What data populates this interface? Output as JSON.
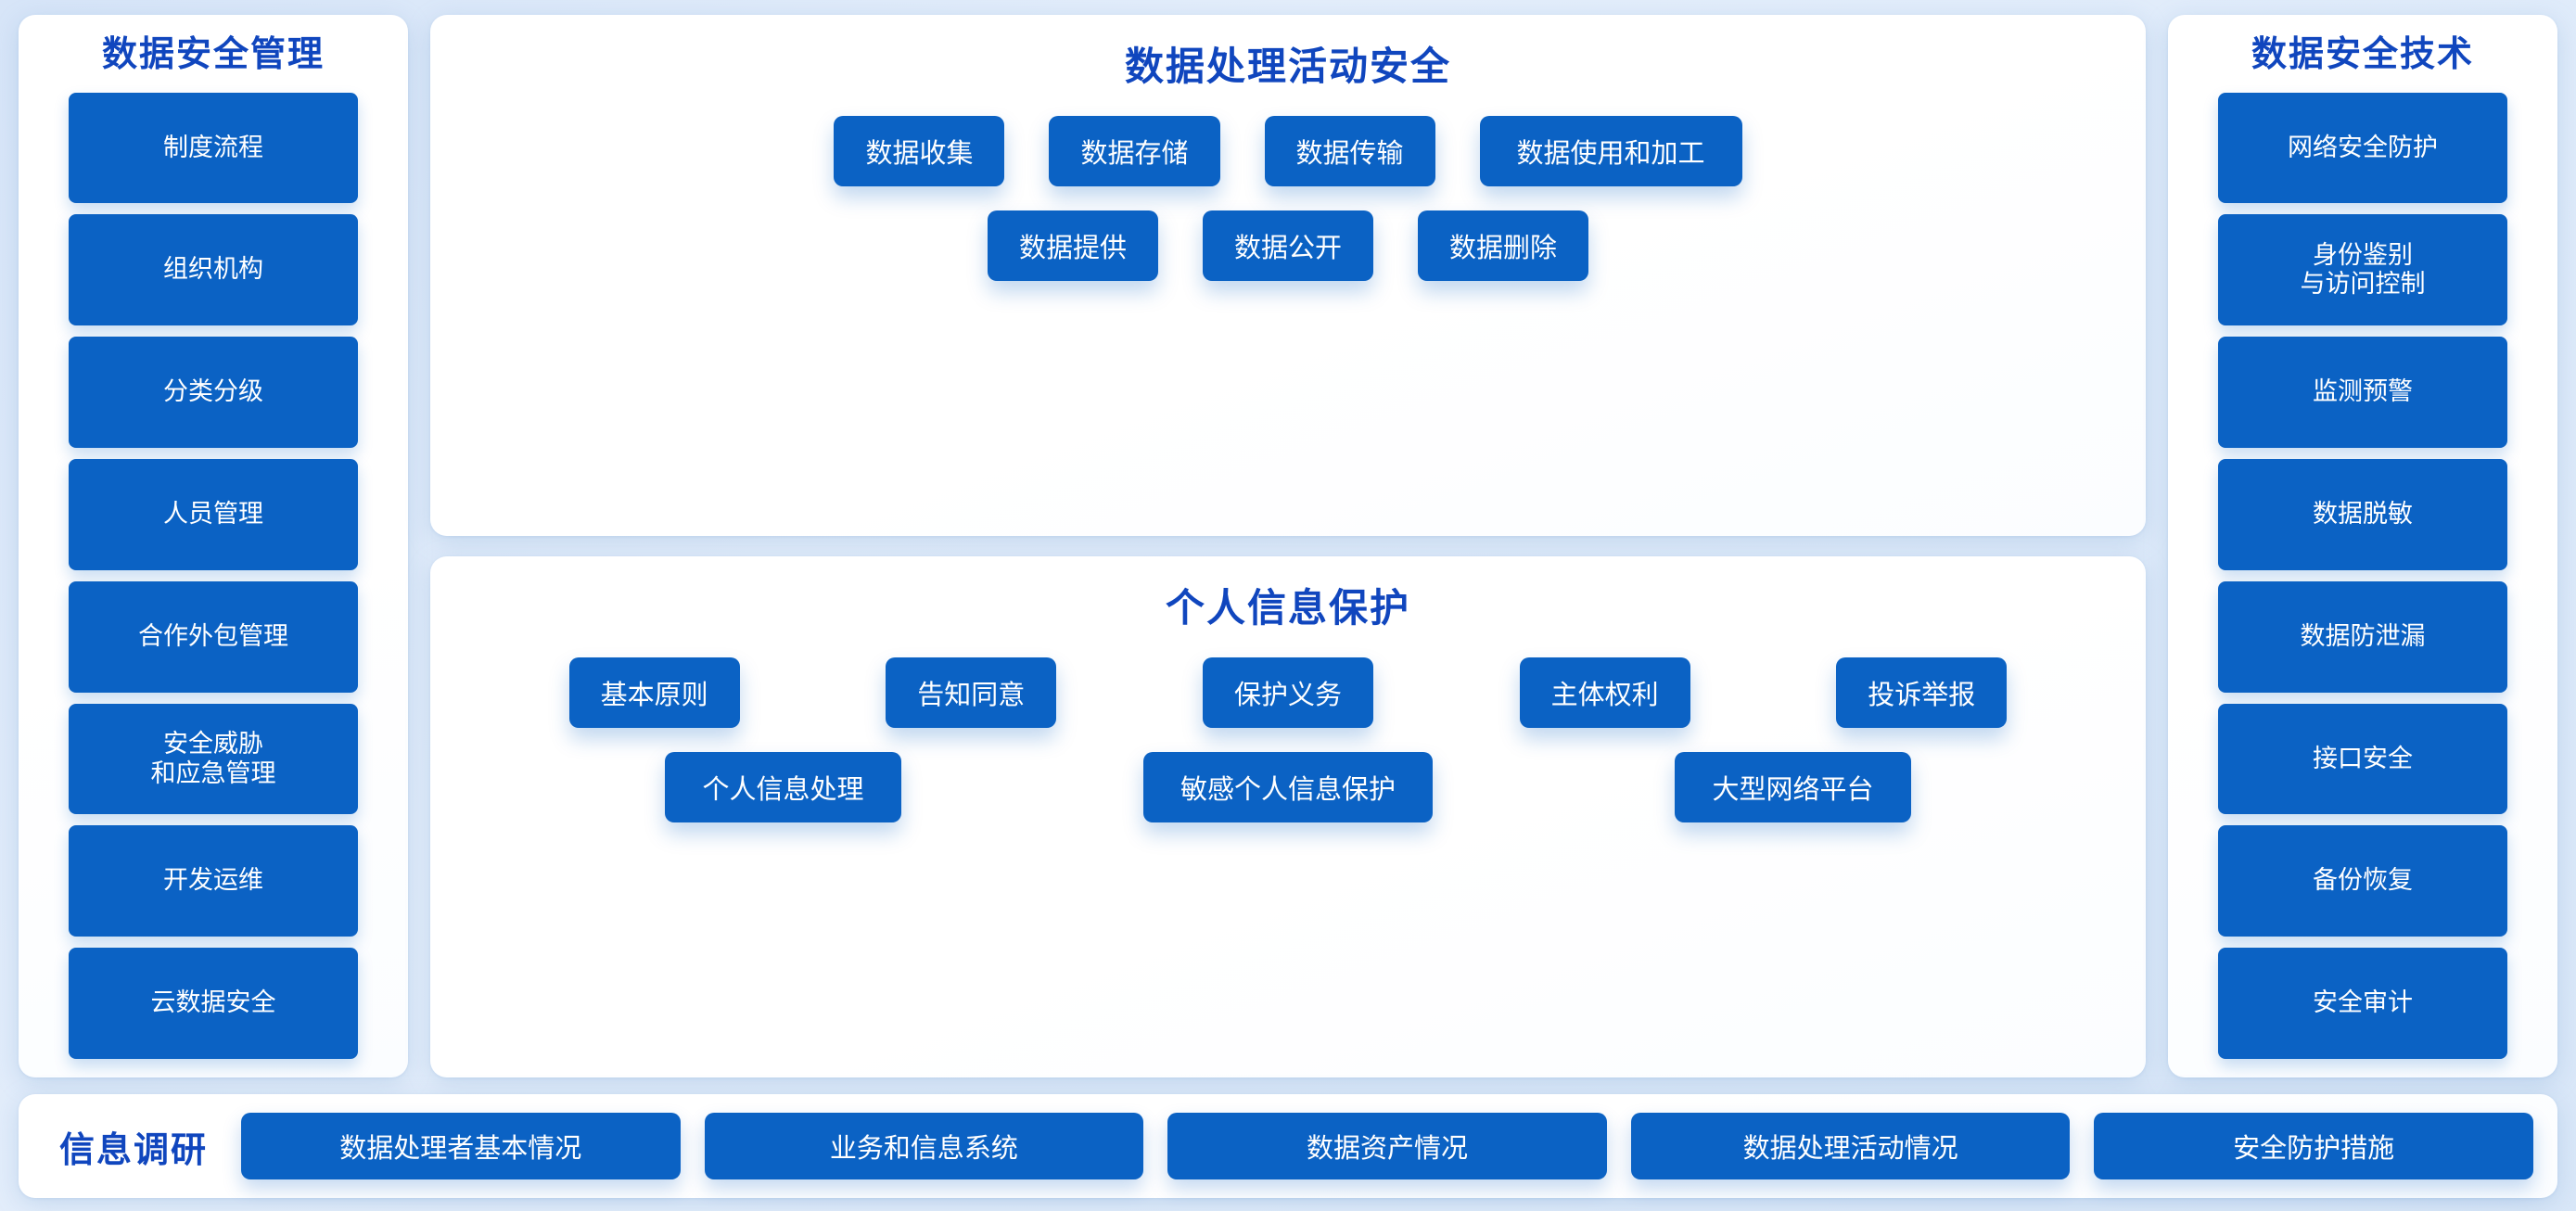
{
  "theme": {
    "accent_blue": "#0b62c4",
    "title_blue": "#1046be",
    "card_bg": "#ffffff",
    "page_bg": "#dfebfa"
  },
  "left_panel": {
    "title": "数据安全管理",
    "items": [
      {
        "label": "制度流程"
      },
      {
        "label": "组织机构"
      },
      {
        "label": "分类分级"
      },
      {
        "label": "人员管理"
      },
      {
        "label": "合作外包管理"
      },
      {
        "label": "安全威胁\n和应急管理"
      },
      {
        "label": "开发运维"
      },
      {
        "label": "云数据安全"
      }
    ]
  },
  "center_top_panel": {
    "title": "数据处理活动安全",
    "row1": [
      {
        "label": "数据收集"
      },
      {
        "label": "数据存储"
      },
      {
        "label": "数据传输"
      },
      {
        "label": "数据使用和加工"
      }
    ],
    "row2": [
      {
        "label": "数据提供"
      },
      {
        "label": "数据公开"
      },
      {
        "label": "数据删除"
      }
    ]
  },
  "center_bottom_panel": {
    "title": "个人信息保护",
    "row1": [
      {
        "label": "基本原则"
      },
      {
        "label": "告知同意"
      },
      {
        "label": "保护义务"
      },
      {
        "label": "主体权利"
      },
      {
        "label": "投诉举报"
      }
    ],
    "row2": [
      {
        "label": "个人信息处理"
      },
      {
        "label": "敏感个人信息保护"
      },
      {
        "label": "大型网络平台"
      }
    ]
  },
  "right_panel": {
    "title": "数据安全技术",
    "items": [
      {
        "label": "网络安全防护"
      },
      {
        "label": "身份鉴别\n与访问控制"
      },
      {
        "label": "监测预警"
      },
      {
        "label": "数据脱敏"
      },
      {
        "label": "数据防泄漏"
      },
      {
        "label": "接口安全"
      },
      {
        "label": "备份恢复"
      },
      {
        "label": "安全审计"
      }
    ]
  },
  "bottom_bar": {
    "title": "信息调研",
    "items": [
      {
        "label": "数据处理者基本情况"
      },
      {
        "label": "业务和信息系统"
      },
      {
        "label": "数据资产情况"
      },
      {
        "label": "数据处理活动情况"
      },
      {
        "label": "安全防护措施"
      }
    ]
  }
}
